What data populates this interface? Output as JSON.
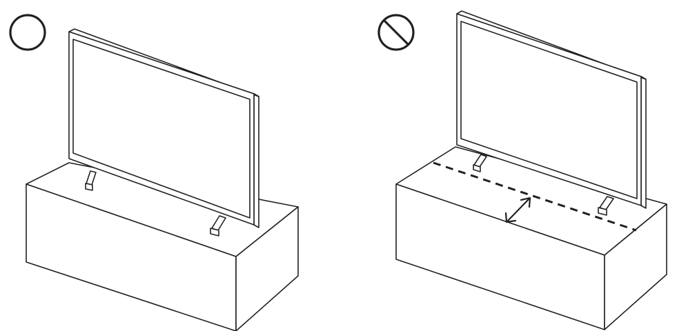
{
  "panels": [
    {
      "id": "correct",
      "symbol": "circle-icon",
      "meaning": "allowed"
    },
    {
      "id": "incorrect",
      "symbol": "prohibited-icon",
      "meaning": "not-allowed"
    }
  ],
  "colors": {
    "line": "#231f20",
    "background": "#ffffff"
  }
}
